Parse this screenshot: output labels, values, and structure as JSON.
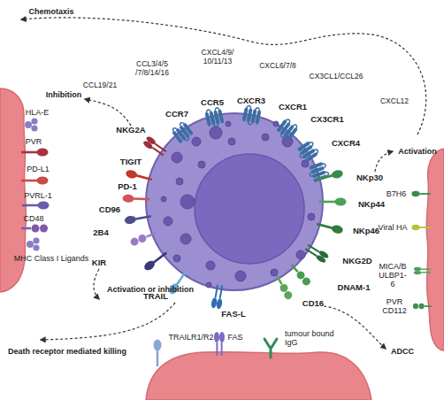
{
  "diagram": {
    "labels": [
      "Chemotaxis",
      "CXCL4/9/ 10/11/13",
      "CCL3/4/5 /7/8/14/16",
      "CXCL6/7/8",
      "CX3CL1/CCL26",
      "CCL19/21",
      "CXCL12",
      "Inhibition",
      "CCR7",
      "CCR5",
      "CXCR3",
      "CXCR1",
      "CX3CR1",
      "CXCR4",
      "NKG2A",
      "TIGIT",
      "PD-1",
      "CD96",
      "2B4",
      "KIR",
      "HLA-E",
      "PVR",
      "PD-L1",
      "PVRL-1",
      "CD48",
      "MHC Class I Ligands",
      "Activation or inhibition",
      "NKp30",
      "NKp44",
      "NKp46",
      "NKG2D",
      "DNAM-1",
      "Activation",
      "B7H6",
      "Viral HA",
      "MICA/B ULBP1-6",
      "PVR CD112",
      "TRAIL",
      "FAS-L",
      "CD16",
      "TRAILR1/R2",
      "FAS",
      "tumour bound IgG",
      "Death receptor mediated killing",
      "ADCC"
    ]
  }
}
